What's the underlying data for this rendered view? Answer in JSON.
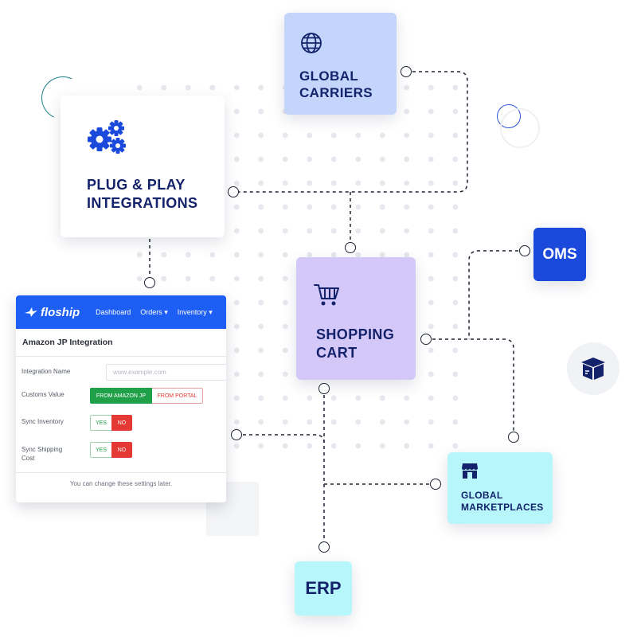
{
  "colors": {
    "connector": "#1d2333",
    "title_text": "#13226b",
    "carriers_bg": "#c3d5fb",
    "cart_bg": "#d4c8f8",
    "oms_bg": "#1a49dc",
    "marketplaces_bg": "#b7f6fb",
    "erp_bg": "#b7f6fb",
    "nav_blue": "#1d5ef5",
    "accent_green": "#21a04a",
    "accent_red": "#e53935"
  },
  "nodes": {
    "plug_play": {
      "title_lines": [
        "PLUG & PLAY",
        "INTEGRATIONS"
      ],
      "icon": "gears-icon"
    },
    "global_carriers": {
      "title_lines": [
        "GLOBAL",
        "CARRIERS"
      ],
      "icon": "globe-icon"
    },
    "shopping_cart": {
      "title_lines": [
        "SHOPPING",
        "CART"
      ],
      "icon": "cart-icon"
    },
    "oms": {
      "title": "OMS"
    },
    "global_marketplaces": {
      "title_lines": [
        "GLOBAL",
        "MARKETPLACES"
      ],
      "icon": "storefront-icon"
    },
    "erp": {
      "title": "ERP"
    },
    "box_badge": {
      "icon": "package-icon"
    }
  },
  "panel": {
    "brand": "floship",
    "nav": [
      "Dashboard",
      "Orders ▾",
      "Inventory ▾"
    ],
    "header": "Amazon JP Integration",
    "fields": {
      "integration_name": {
        "label": "Integration Name",
        "placeholder": "www.example.com"
      },
      "customs_value": {
        "label": "Customs Value",
        "options": [
          "FROM AMAZON JP",
          "FROM PORTAL"
        ],
        "selected": "FROM AMAZON JP"
      },
      "sync_inventory": {
        "label": "Sync Inventory",
        "options": [
          "YES",
          "NO"
        ],
        "selected": "NO"
      },
      "sync_shipping_cost": {
        "label_lines": [
          "Sync Shipping",
          "Cost"
        ],
        "options": [
          "YES",
          "NO"
        ],
        "selected": "NO"
      }
    },
    "footer": "You can change these settings later."
  }
}
